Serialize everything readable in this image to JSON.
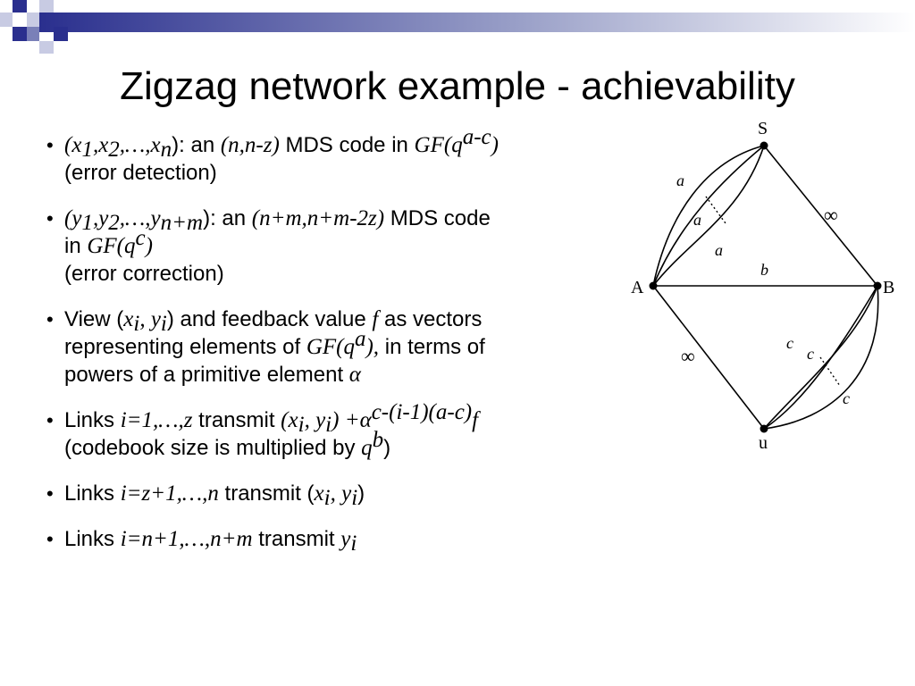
{
  "slide": {
    "title": "Zigzag network example - achievability",
    "accent_color": "#2a2f8e"
  },
  "bullets": {
    "b1": {
      "p0": "(",
      "x": "x",
      "s1": "1",
      "c1": ",",
      "x2": "x",
      "s2": "2",
      "c2": ",…,",
      "xn": "x",
      "sn": "n",
      "p1": "): an ",
      "code": "(n,n-z)",
      "p2": " MDS code in ",
      "gf": "GF(q",
      "sup": "a-c",
      "close": ")",
      "line2": "(error detection)"
    },
    "b2": {
      "p0": "(",
      "y": "y",
      "s1": "1",
      "c1": ",",
      "y2": "y",
      "s2": "2",
      "c2": ",…,",
      "yn": "y",
      "sn": "n+m",
      "p1": "): an ",
      "code": "(n+m,n+m-2z)",
      "p2": " MDS  code",
      "line2a": "in ",
      "gf": "GF(q",
      "sup": "c",
      "close": ")",
      "line3": "(error correction)"
    },
    "b3": {
      "p0": "View (",
      "x": "x",
      "sx": "i",
      "c": ", ",
      "y": "y",
      "sy": "i",
      "p1": ") and feedback value ",
      "f": "f",
      "p2": " as vectors",
      "line2a": "representing elements of ",
      "gf": "GF(q",
      "sup": "a",
      "close": "),",
      "p3": " in terms of",
      "line3a": "powers of a primitive element ",
      "alpha": "α"
    },
    "b4": {
      "p0": "Links ",
      "range": "i=1,…,z",
      "p1": " transmit ",
      "op": "(",
      "x": "x",
      "sx": "i",
      "c": ", ",
      "y": "y",
      "sy": "i",
      "cp": ") +α",
      "sup": "c-(i-1)(a-c)",
      "f": "f",
      "line2a": "(codebook size is multiplied by ",
      "q": "q",
      "qsup": "b",
      "line2b": ")"
    },
    "b5": {
      "p0": "Links ",
      "range": "i=z+1,…,n",
      "p1": " transmit (",
      "x": "x",
      "sx": "i",
      "c": ", ",
      "y": "y",
      "sy": "i",
      "p2": ")"
    },
    "b6": {
      "p0": "Links ",
      "range": "i=n+1,…,n+m",
      "p1": " transmit ",
      "y": "y",
      "sy": "i"
    }
  },
  "diagram": {
    "nodes": {
      "S": "S",
      "A": "A",
      "B": "B",
      "u": "u"
    },
    "edge_labels": {
      "a1": "a",
      "a2": "a",
      "a3": "a",
      "b": "b",
      "inf1": "∞",
      "inf2": "∞",
      "c1": "c",
      "c2": "c",
      "c3": "c"
    }
  }
}
